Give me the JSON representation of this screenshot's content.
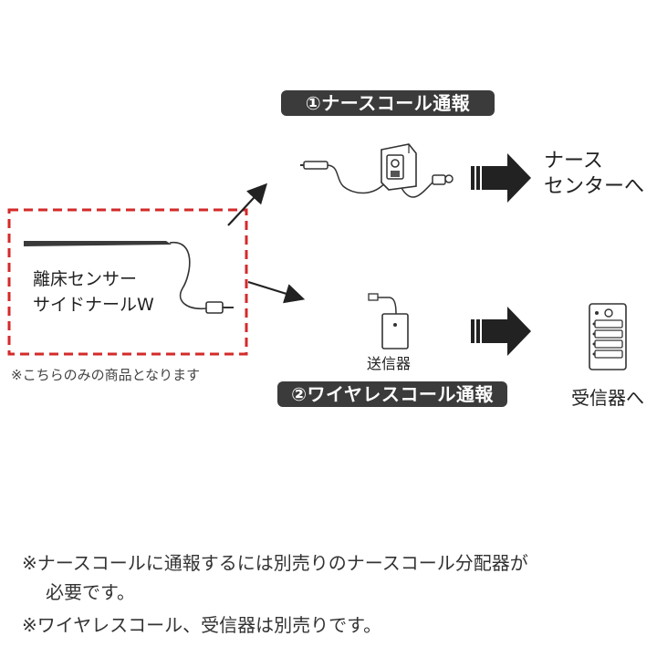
{
  "nurse_call": {
    "badge": "①ナースコール通報",
    "destination": [
      "ナース",
      "センターへ"
    ]
  },
  "wireless_call": {
    "badge": "②ワイヤレスコール通報",
    "transmitter_label": "送信器",
    "destination": "受信器へ"
  },
  "product": {
    "name_line1": "離床センサー",
    "name_line2": "サイドナールW",
    "scope_note": "※こちらのみの商品となります"
  },
  "footnotes": {
    "line1": "※ナースコールに通報するには別売りのナースコール分配器が",
    "line1_cont": "必要です。",
    "line2": "※ワイヤレスコール、受信器は別売りです。"
  },
  "colors": {
    "frame": "#d42a2a",
    "badge": "#3b3b3b",
    "arrow": "#222222"
  }
}
